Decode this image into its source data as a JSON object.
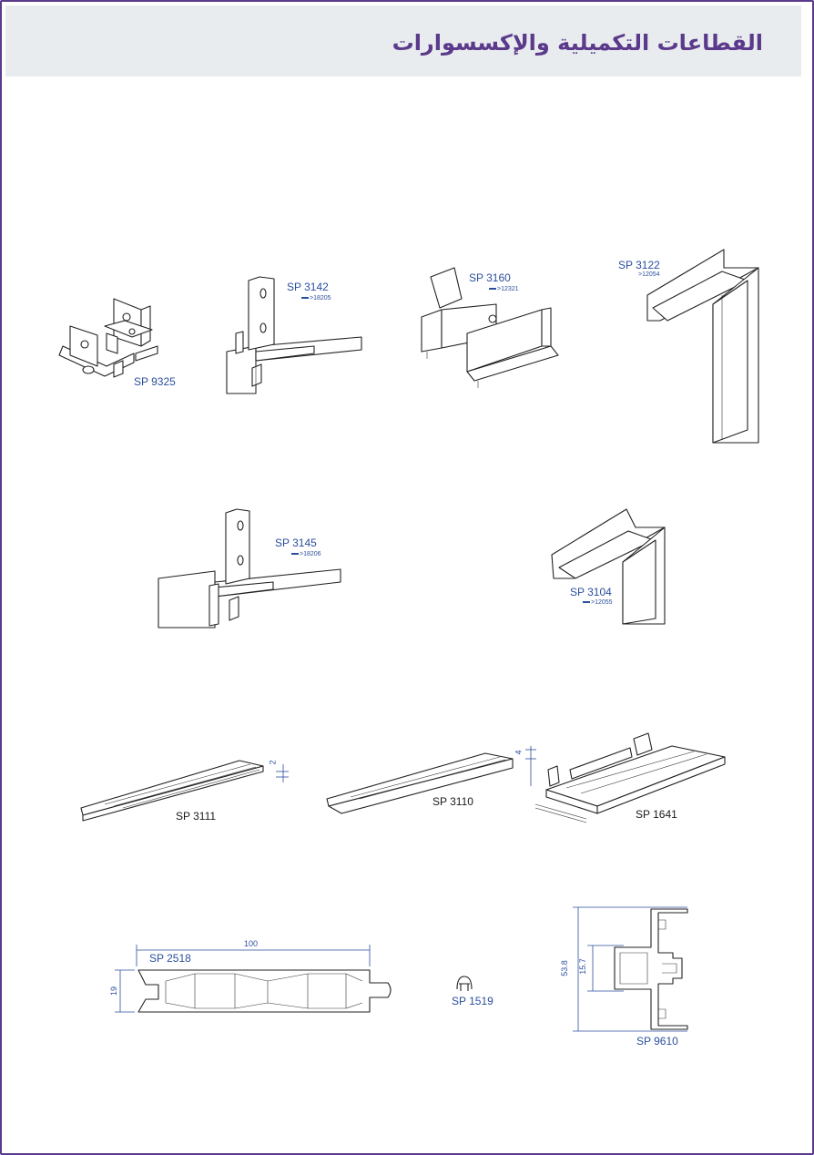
{
  "header": {
    "title": "القطاعات التكميلية والإكسسوارات"
  },
  "parts": {
    "sp9325": {
      "code": "SP 9325"
    },
    "sp3142": {
      "code": "SP 3142",
      "ref": ">18205"
    },
    "sp3160": {
      "code": "SP 3160",
      "ref": ">12321"
    },
    "sp3122": {
      "code": "SP 3122",
      "ref": ">12054"
    },
    "sp3145": {
      "code": "SP 3145",
      "ref": ">18206"
    },
    "sp3104": {
      "code": "SP 3104",
      "ref": ">12055"
    },
    "sp3111": {
      "code": "SP 3111",
      "dim": "2"
    },
    "sp3110": {
      "code": "SP 3110",
      "dim": "4"
    },
    "sp1641": {
      "code": "SP 1641"
    },
    "sp2518": {
      "code": "SP 2518",
      "width": "100",
      "height": "19"
    },
    "sp1519": {
      "code": "SP 1519"
    },
    "sp9610": {
      "code": "SP 9610",
      "height_total": "53.8",
      "height_inner": "15.7"
    }
  },
  "colors": {
    "frame": "#5b3a8c",
    "title": "#5b3a8c",
    "header_bg": "#e9ecee",
    "label": "#2b4f9e"
  }
}
